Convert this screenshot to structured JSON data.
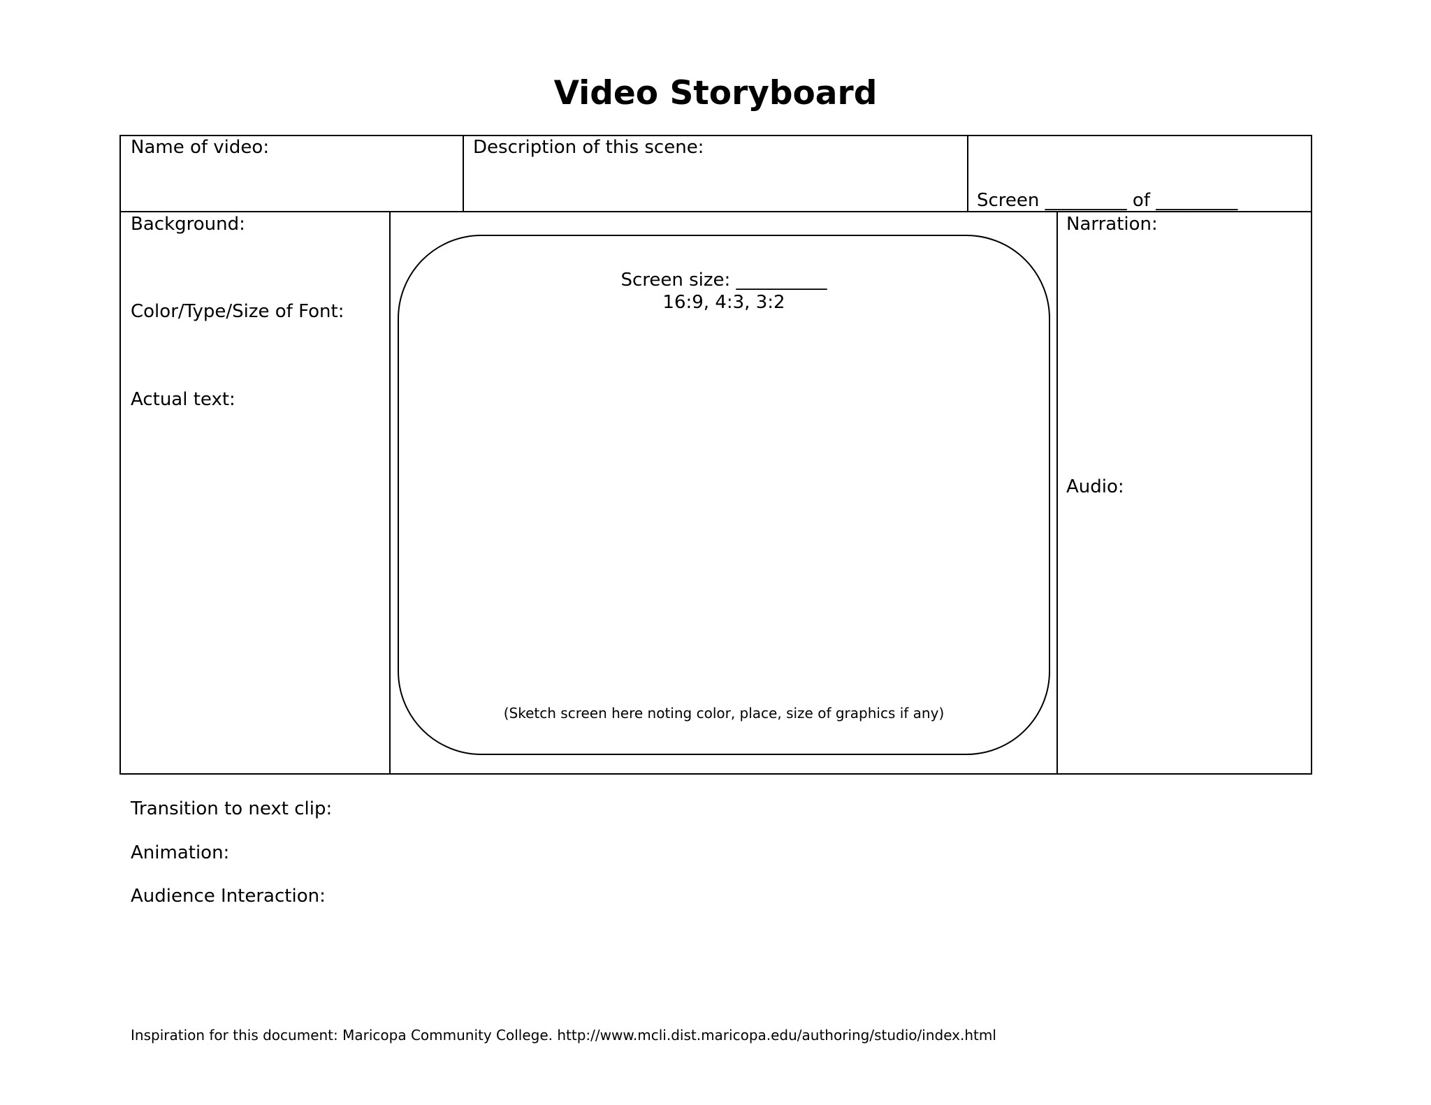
{
  "title": "Video Storyboard",
  "header_row": {
    "name_label": "Name of video:",
    "description_label": "Description of this scene:",
    "screen_counter": "Screen _________ of _________"
  },
  "left_column": {
    "background_label": "Background:",
    "font_label": "Color/Type/Size of Font:",
    "actual_text_label": "Actual text:"
  },
  "sketch_area": {
    "screen_size_label": "Screen size: __________",
    "aspect_ratios": "16:9, 4:3, 3:2",
    "sketch_note": "(Sketch screen here noting color, place, size of graphics if any)"
  },
  "right_column": {
    "narration_label": "Narration:",
    "audio_label": "Audio:"
  },
  "below_table": {
    "transition_label": "Transition to next clip:",
    "animation_label": "Animation:",
    "interaction_label": "Audience Interaction:"
  },
  "footer": {
    "inspiration": "Inspiration for this document: Maricopa Community College. http://www.mcli.dist.maricopa.edu/authoring/studio/index.html"
  }
}
